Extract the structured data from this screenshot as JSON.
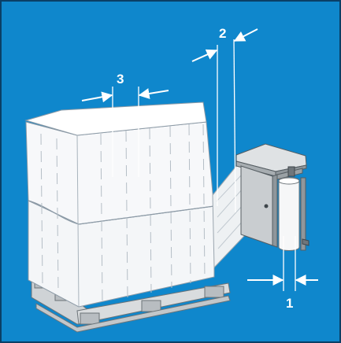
{
  "colors": {
    "background": "#0f87cc",
    "frame": "#0a3f66",
    "film": "#f4f6f8",
    "film_edge": "#8c9aa6",
    "pallet": "#cfd3d6",
    "machine": "#c9cdd0",
    "machine_dark": "#8f969b",
    "arrow": "#ffffff"
  },
  "callouts": {
    "one": "1",
    "two": "2",
    "three": "3"
  }
}
